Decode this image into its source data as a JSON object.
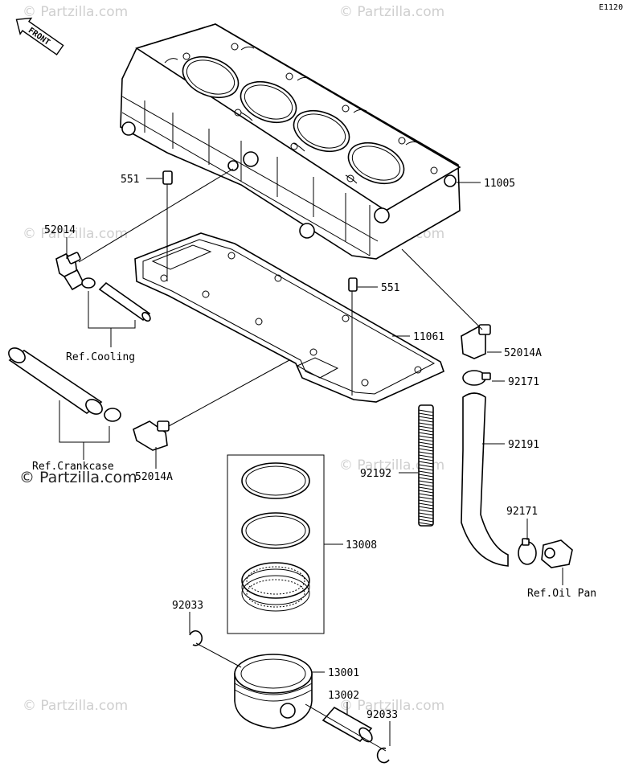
{
  "diagram": {
    "code": "E1120",
    "front_label": "FRONT",
    "watermark_text": "© Partzilla.com"
  },
  "callouts": {
    "p11005": "11005",
    "p551a": "551",
    "p551b": "551",
    "p52014": "52014",
    "p52014a_right": "52014A",
    "p52014a_left": "52014A",
    "p11061": "11061",
    "p92171_top": "92171",
    "p92171_bottom": "92171",
    "p92191": "92191",
    "p92192": "92192",
    "p13008": "13008",
    "p13001": "13001",
    "p13002": "13002",
    "p92033_left": "92033",
    "p92033_right": "92033"
  },
  "references": {
    "cooling": "Ref.Cooling",
    "crankcase": "Ref.Crankcase",
    "oil_pan": "Ref.Oil Pan"
  }
}
